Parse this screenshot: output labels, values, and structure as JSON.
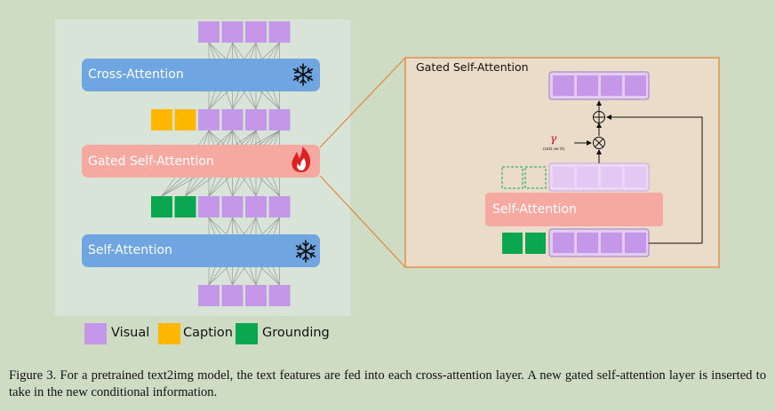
{
  "figure": {
    "caption": "Figure 3. For a pretrained text2img model, the text features are fed into each cross-attention layer. A new gated self-attention layer is inserted to take in the new conditional information.",
    "left_panel": {
      "cross_attention_label": "Cross-Attention",
      "gated_self_attention_label": "Gated Self-Attention",
      "self_attention_label": "Self-Attention"
    },
    "inset": {
      "title": "Gated Self-Attention",
      "self_attention_label": "Self-Attention",
      "gamma_symbol": "γ",
      "gamma_note": "(init as 0)"
    },
    "legend": {
      "visual": "Visual",
      "caption": "Caption",
      "grounding": "Grounding"
    },
    "icons": {
      "frozen": "snowflake-icon",
      "trainable": "flame-icon"
    },
    "colors": {
      "visual": "#c597e8",
      "caption": "#ffb700",
      "grounding": "#0aa650",
      "frozen_block": "#6fa5e0",
      "trainable_block": "#f6a9a1",
      "panel_bg": "#d9e4d8",
      "inset_bg": "#ebdcc9",
      "inset_border": "#e2853c"
    }
  }
}
